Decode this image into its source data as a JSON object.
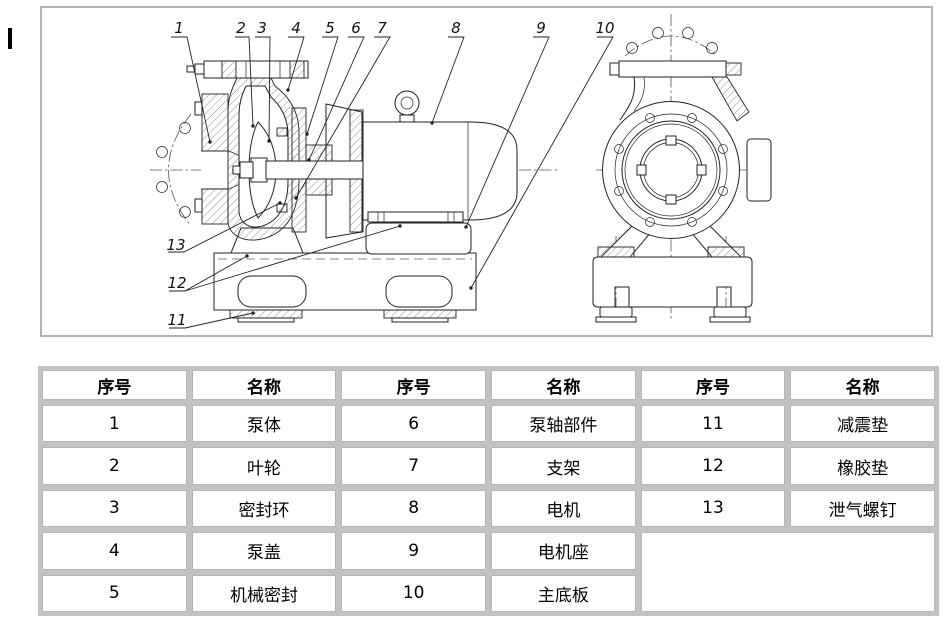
{
  "drawing": {
    "callouts": [
      "1",
      "2",
      "3",
      "4",
      "5",
      "6",
      "7",
      "8",
      "9",
      "10",
      "11",
      "12",
      "13"
    ]
  },
  "table": {
    "headers": [
      "序号",
      "名称",
      "序号",
      "名称",
      "序号",
      "名称"
    ],
    "rows": [
      [
        "1",
        "泵体",
        "6",
        "泵轴部件",
        "11",
        "减震垫"
      ],
      [
        "2",
        "叶轮",
        "7",
        "支架",
        "12",
        "橡胶垫"
      ],
      [
        "3",
        "密封环",
        "8",
        "电机",
        "13",
        "泄气螺钉"
      ],
      [
        "4",
        "泵盖",
        "9",
        "电机座"
      ],
      [
        "5",
        "机械密封",
        "10",
        "主底板"
      ]
    ]
  }
}
